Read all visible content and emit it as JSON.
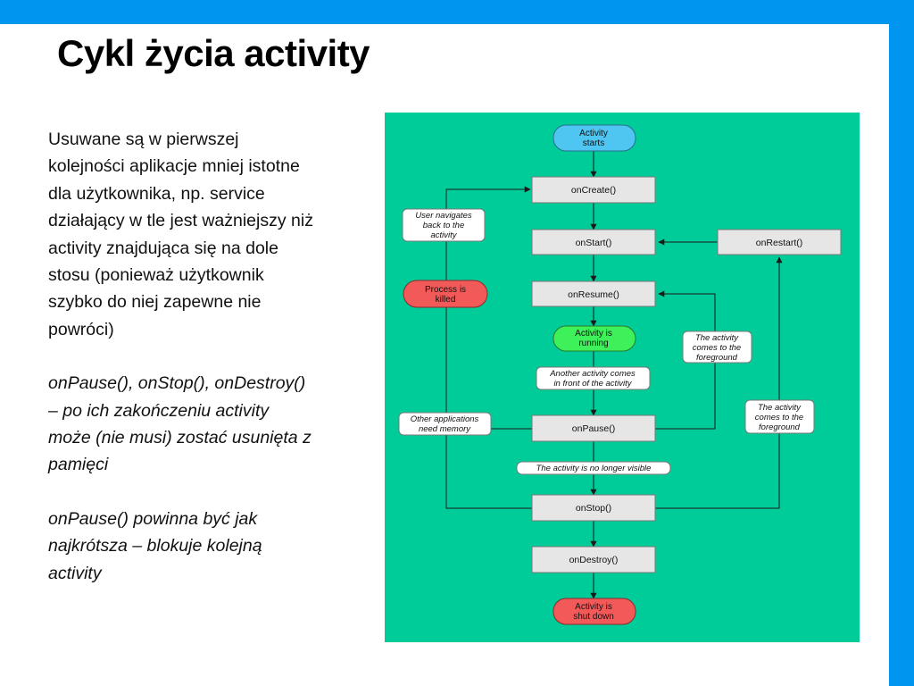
{
  "slide": {
    "title": "Cykl życia activity",
    "paragraphs": [
      "Usuwane są w pierwszej kolejności aplikacje mniej istotne dla użytkownika, np. service działający w tle jest ważniejszy niż activity znajdująca się na dole stosu (ponieważ użytkownik szybko do niej zapewne nie powróci)",
      "onPause(), onStop(), onDestroy() – po ich zakończeniu activity może (nie musi) zostać usunięta z pamięci",
      "onPause() powinna być jak najkrótsza – blokuje kolejną activity"
    ]
  },
  "diagram": {
    "colors": {
      "background": "#00cc99",
      "start_pill": "#4fc6f2",
      "running_pill": "#3ef15a",
      "end_pill": "#f25a5a",
      "box_fill": "#e6e6e6",
      "arrow": "#1a1a1a"
    },
    "start": [
      "Activity",
      "starts"
    ],
    "running": [
      "Activity is",
      "running"
    ],
    "shutdown": [
      "Activity is",
      "shut down"
    ],
    "killed": [
      "Process is",
      "killed"
    ],
    "on_create": "onCreate()",
    "on_start": "onStart()",
    "on_restart": "onRestart()",
    "on_resume": "onResume()",
    "on_pause": "onPause()",
    "on_stop": "onStop()",
    "on_destroy": "onDestroy()",
    "note_user_navigates": [
      "User navigates",
      "back to the",
      "activity"
    ],
    "note_another_activity": [
      "Another activity comes",
      "in front of the activity"
    ],
    "note_other_apps": [
      "Other applications",
      "need memory"
    ],
    "note_not_visible": "The activity is no longer visible",
    "note_foreground_1": [
      "The activity",
      "comes to the",
      "foreground"
    ],
    "note_foreground_2": [
      "The activity",
      "comes to the",
      "foreground"
    ]
  }
}
